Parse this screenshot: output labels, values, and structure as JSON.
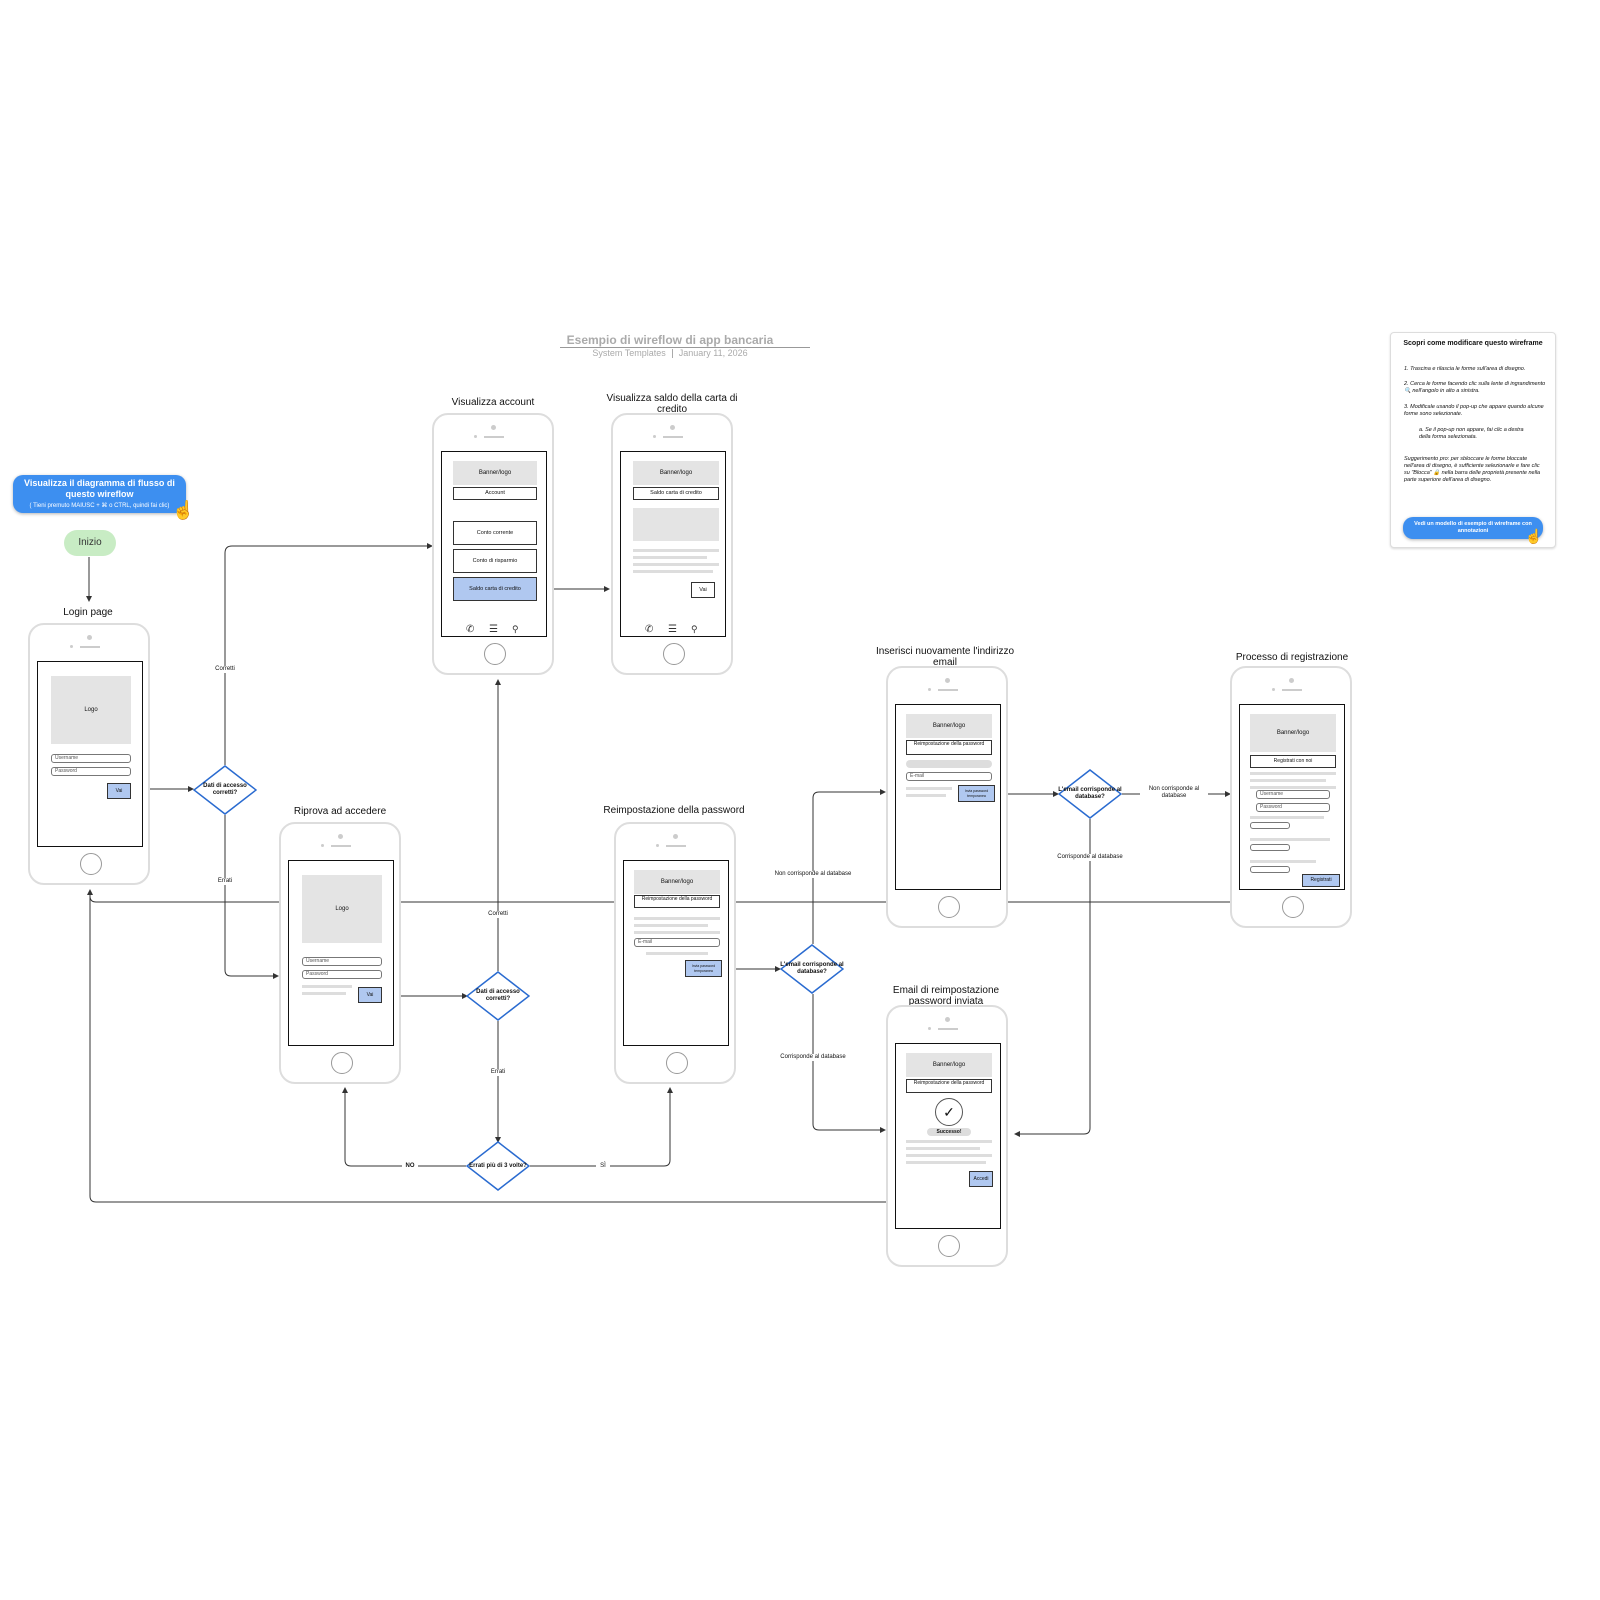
{
  "header": {
    "title": "Esempio di wireflow di app bancaria",
    "author": "System Templates",
    "date": "January 11, 2026"
  },
  "flowchart_button": {
    "label": "Visualizza il diagramma di flusso di questo wireflow",
    "hint": "( Tieni premuto MAIUSC + ⌘ o CTRL, quindi fai clic)"
  },
  "start_label": "Inizio",
  "screens": {
    "login": {
      "title": "Login page",
      "logo": "Logo",
      "username": "Username",
      "password": "Password",
      "go": "Vai"
    },
    "account": {
      "title": "Visualizza account",
      "banner": "Banner/logo",
      "header": "Account",
      "items": [
        "Conto corrente",
        "Conto di risparmio",
        "Saldo carta di credito"
      ]
    },
    "balance": {
      "title": "Visualizza saldo della carta di credito",
      "banner": "Banner/logo",
      "header": "Saldo carta di credito",
      "go": "Vai"
    },
    "retry": {
      "title": "Riprova ad accedere",
      "logo": "Logo",
      "username": "Username",
      "password": "Password",
      "go": "Vai"
    },
    "reset": {
      "title": "Reimpostazione della password",
      "banner": "Banner/logo",
      "header": "Reimpostazione della password",
      "email": "E-mail",
      "send": "Invia password temporanea"
    },
    "reenter": {
      "title": "Inserisci nuovamente l'indirizzo email",
      "banner": "Banner/logo",
      "header": "Reimpostazione della password",
      "email": "E-mail",
      "send": "Invia password temporanea"
    },
    "register": {
      "title": "Processo di registrazione",
      "banner": "Banner/logo",
      "header": "Registrati con noi",
      "username": "Username",
      "password": "Password",
      "go": "Registrati"
    },
    "sent": {
      "title": "Email di reimpostazione password inviata",
      "banner": "Banner/logo",
      "header": "Reimpostazione della password",
      "success": "Successo!",
      "login": "Accedi"
    }
  },
  "decisions": {
    "d1": "Dati di accesso corretti?",
    "d2": "Dati di accesso corretti?",
    "d3": "Errati più di 3 volte?",
    "d4": "L'email corrisponde al database?",
    "d5": "L'email corrisponde al database?"
  },
  "edge_labels": {
    "correct1": "Corretti",
    "wrong1": "Errati",
    "correct2": "Corretti",
    "wrong2": "Errati",
    "no": "NO",
    "yes": "SÌ",
    "nomatch1": "Non corrisponde al database",
    "match1": "Corrisponde al database",
    "nomatch2": "Non corrisponde al database",
    "match2": "Corrisponde al database"
  },
  "help": {
    "title": "Scopri come modificare questo wireframe",
    "steps": [
      "1.    Trascina e rilascia le forme sull'area di disegno.",
      "2.    Cerca le forme facendo clic sulla lente di ingrandimento 🔍 nell'angolo in alto a sinistra.",
      "3.    Modificale usando il pop-up che appare quando alcune forme sono selezionate.",
      "a.    Se il pop-up non appare, fai clic a destra della forma selezionata."
    ],
    "tip": "Suggerimento pro: per sbloccare le forme bloccate nell'area di disegno, è sufficiente selezionarle e fare clic su \"Blocca\" 🔒 nella barra delle proprietà presente nella parte superiore dell'area di disegno.",
    "button": "Vedi un modello di esempio di wireframe con annotazioni"
  },
  "colors": {
    "accent": "#3d8ff0",
    "decision_stroke": "#2a6bd0",
    "start_fill": "#c8ecc4",
    "highlight": "#b0c8f0"
  }
}
